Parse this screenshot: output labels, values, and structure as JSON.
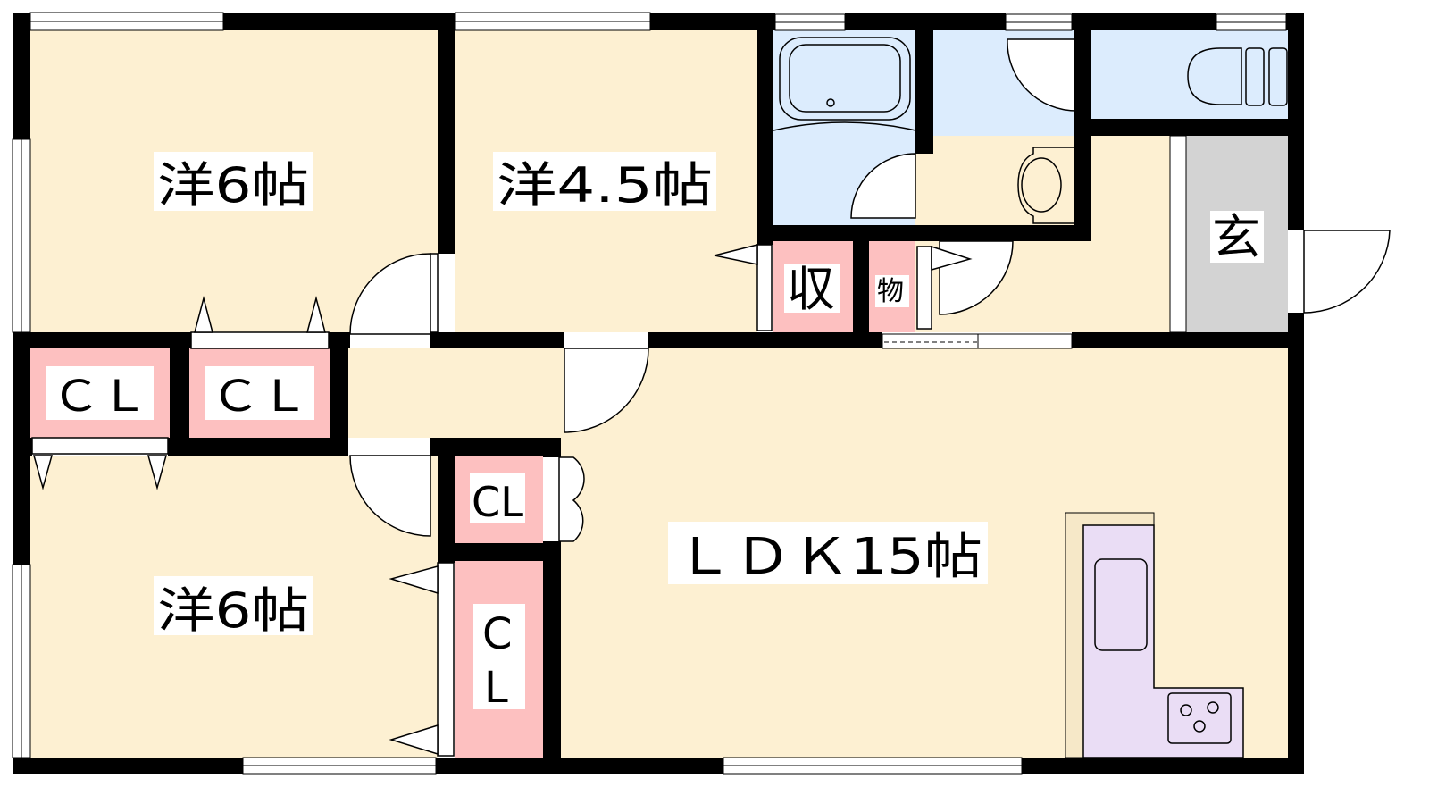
{
  "rooms": {
    "western1": "洋6帖",
    "western2": "洋4.5帖",
    "western3": "洋6帖",
    "ldk": "ＬＤＫ15帖",
    "closet1": "ＣＬ",
    "closet2": "ＣＬ",
    "closet3": "CL",
    "closet4_line1": "C",
    "closet4_line2": "L",
    "storage": "収",
    "storage_small": "物",
    "entrance": "玄"
  },
  "colors": {
    "room": "#FDF0D2",
    "wet": "#DCECFD",
    "closet": "#FDC0C0",
    "entrance": "#D3D3D3",
    "kitchen": "#EADDF5",
    "counter": "#F6E8C8",
    "wall": "#000000"
  }
}
